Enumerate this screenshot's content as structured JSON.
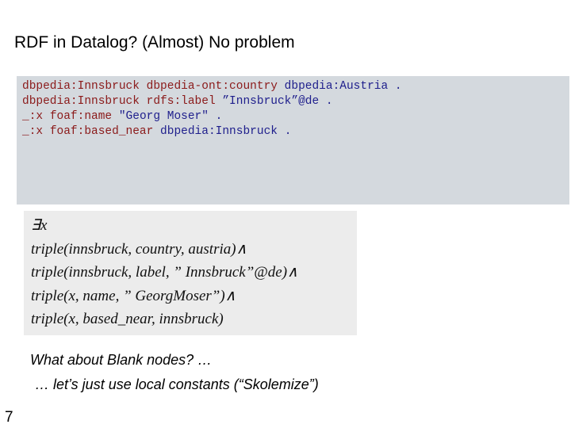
{
  "slide": {
    "title": "RDF in Datalog? (Almost) No problem",
    "number": "7"
  },
  "code": {
    "lines": [
      {
        "s": "dbpedia:Innsbruck",
        "p": "dbpedia-ont:country",
        "o": "dbpedia:Austria",
        "end": "."
      },
      {
        "s": "dbpedia:Innsbruck",
        "p": "rdfs:label",
        "o": "”Innsbruck”@de",
        "end": "."
      },
      {
        "s": "_:x",
        "p": "foaf:name",
        "o": "\"Georg Moser\"",
        "end": "."
      },
      {
        "s": "_:x",
        "p": "foaf:based_near",
        "o": "dbpedia:Innsbruck",
        "end": "."
      }
    ]
  },
  "formula": {
    "lines": [
      "∃x",
      "triple(innsbruck, country, austria)∧",
      "triple(innsbruck, label, ” Innsbruck”@de)∧",
      "triple(x, name, ” GeorgMoser”)∧",
      "triple(x, based_near, innsbruck)"
    ]
  },
  "notes": {
    "line1": "What about Blank nodes? …",
    "line2": "… let’s just use local constants (“Skolemize”)"
  }
}
